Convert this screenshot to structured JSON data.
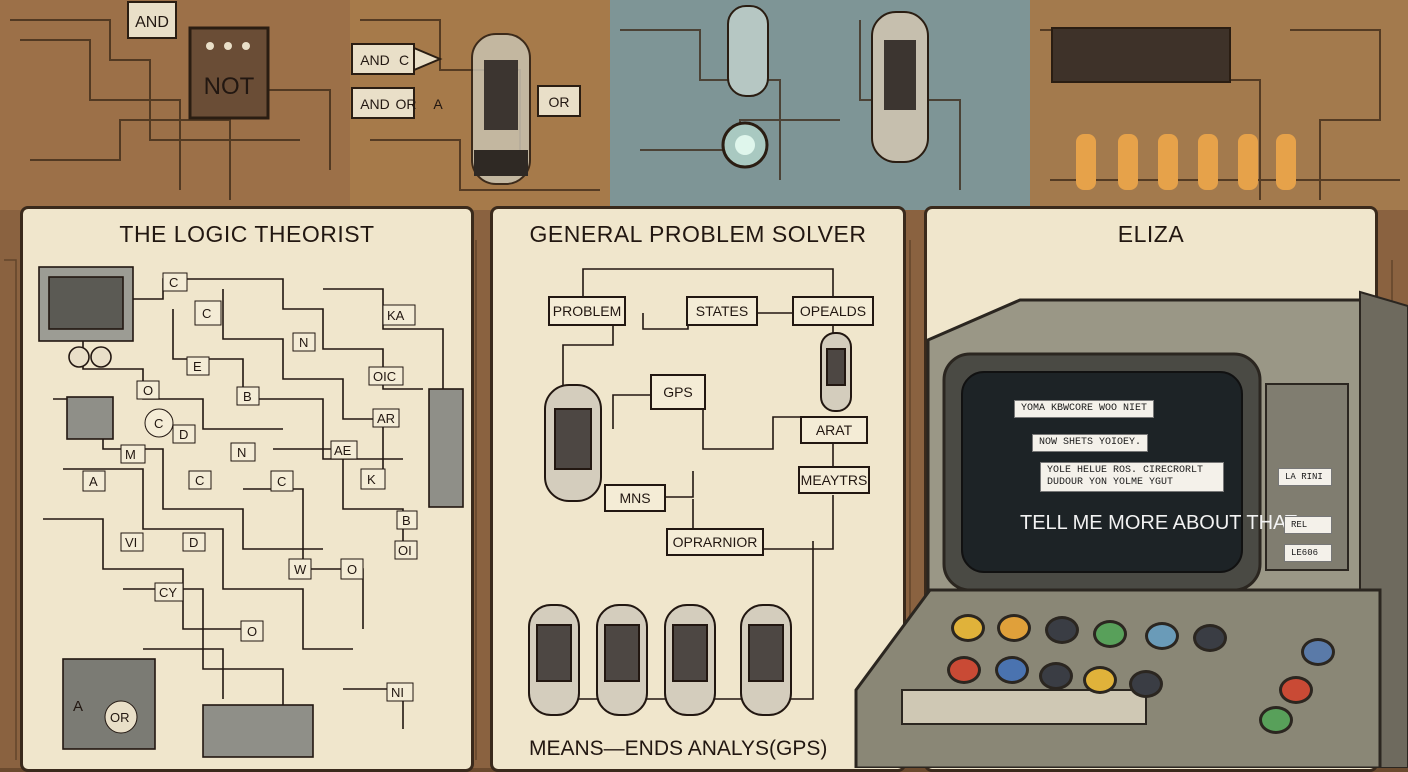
{
  "top_strip": {
    "labels": [
      "AND",
      "NOT",
      "AND",
      "C",
      "AND",
      "OR",
      "A",
      "OR"
    ]
  },
  "panels": {
    "logic_theorist": {
      "title": "THE LOGIC THEORIST",
      "labels": [
        "C",
        "C",
        "E",
        "N",
        "B",
        "O",
        "C",
        "D",
        "N",
        "M",
        "A",
        "C",
        "C",
        "D",
        "VI",
        "CY",
        "A",
        "OR",
        "O",
        "W",
        "O",
        "KA",
        "OIC",
        "AR",
        "AE",
        "K",
        "B",
        "OI",
        "NI"
      ]
    },
    "gps": {
      "title": "GENERAL PROBLEM SOLVER",
      "boxes": [
        "PROBLEM",
        "STATES",
        "OPEALDS",
        "GPS",
        "ARAT",
        "MNS",
        "MEAYTRS",
        "OPRARNIOR"
      ],
      "caption": "MEANS—ENDS ANALYS(GPS)"
    },
    "eliza": {
      "title": "ELIZA",
      "screen_lines": [
        "YOMA KBWCORE WOO NIET",
        "NOW SHETS YOIOEY.",
        "YOLE HELUE ROS. CIRECRORLT DUDOUR YON YOLME YGUT"
      ],
      "response": "TELL ME MORE ABOUT THAT.",
      "side_labels": [
        "LA RINI",
        "REL",
        "LE606"
      ]
    }
  },
  "colors": {
    "panel_bg": "#f0e6cc",
    "ink": "#221711",
    "board_copper": "#a8784a",
    "board_teal": "#7f9b9d",
    "screen": "#1d2326",
    "buttons": [
      "#e0b23a",
      "#e0a03a",
      "#3a3d44",
      "#58a05a",
      "#6a9bb8",
      "#3a3d44",
      "#c94a35",
      "#4a73b0",
      "#3a3d44",
      "#e0b23a",
      "#3a3d44",
      "#c94a35",
      "#5a7aa8",
      "#58a05a"
    ]
  }
}
